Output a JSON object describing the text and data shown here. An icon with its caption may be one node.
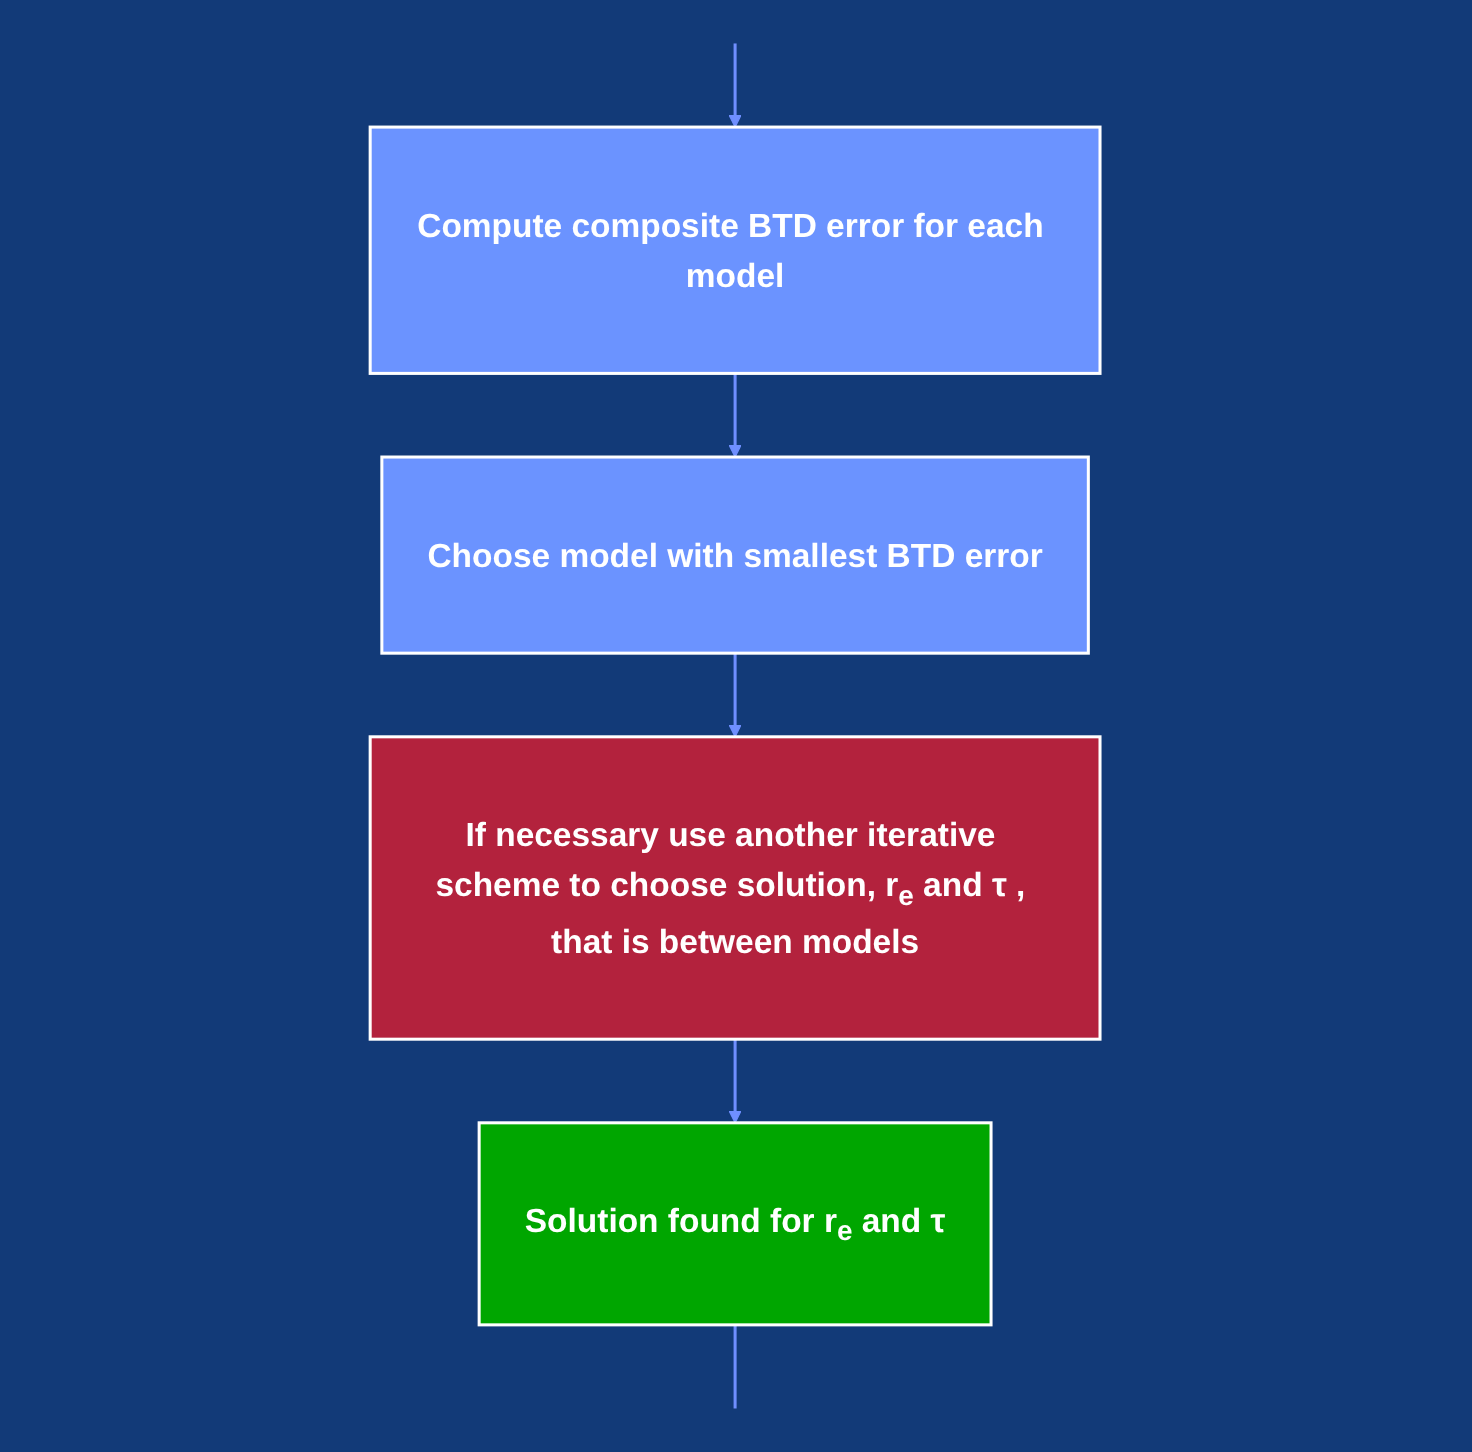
{
  "diagram": {
    "nodes": [
      {
        "text": [
          "Compute composite BTD error for each model"
        ]
      },
      {
        "text": [
          "Choose model with smallest BTD error"
        ]
      },
      {
        "text": [
          "If necessary use another iterative scheme to choose solution, r$_{e}$ and τ , that is between models"
        ]
      },
      {
        "text": [
          "Solution found for r$_{e}$ and τ"
        ]
      }
    ],
    "edges": [
      {
        "from": null,
        "to": 0,
        "arrow": "to"
      },
      {
        "from": 0,
        "to": 1,
        "arrow": "to"
      },
      {
        "from": 1,
        "to": 2,
        "arrow": "to"
      },
      {
        "from": 2,
        "to": 3,
        "arrow": "to"
      },
      {
        "from": 3,
        "to": null,
        "arrow": "none"
      }
    ]
  }
}
